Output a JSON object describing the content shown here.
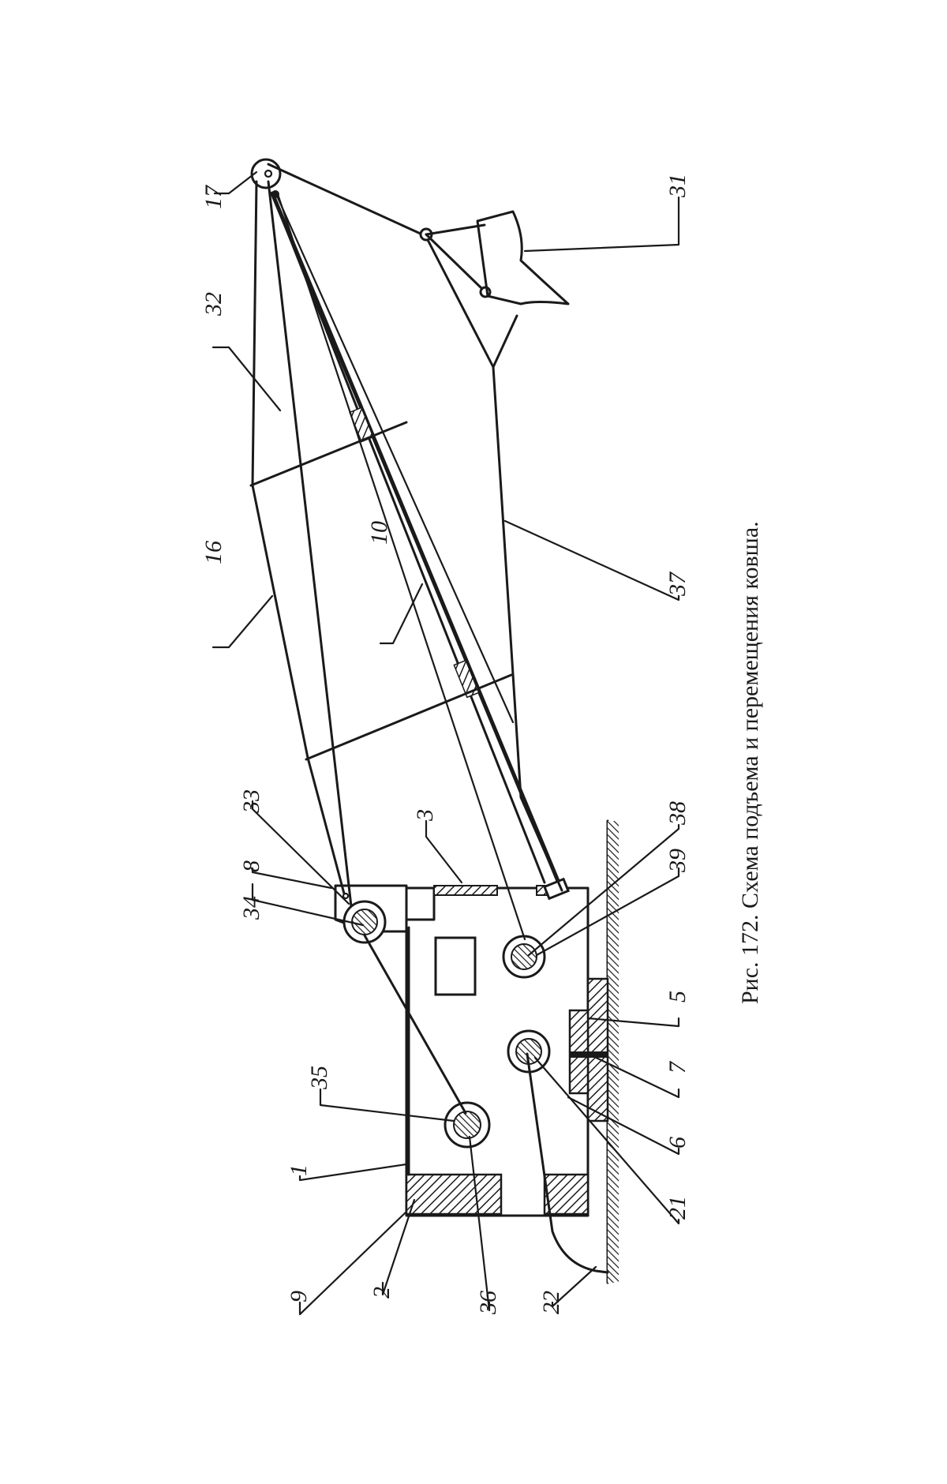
{
  "figure": {
    "caption": "Рис. 172. Схема подъема и перемещения ковша.",
    "labels": {
      "l1": "1",
      "l2": "2",
      "l3": "3",
      "l5": "5",
      "l6": "6",
      "l7": "7",
      "l8": "8",
      "l9": "9",
      "l10": "10",
      "l16": "16",
      "l17": "17",
      "l21": "21",
      "l22": "22",
      "l31": "31",
      "l32": "32",
      "l33": "33",
      "l34": "34",
      "l35": "35",
      "l36": "36",
      "l37": "37",
      "l38": "38",
      "l39": "39"
    }
  },
  "colors": {
    "ink": "#1a1a1a",
    "paper": "#ffffff"
  }
}
